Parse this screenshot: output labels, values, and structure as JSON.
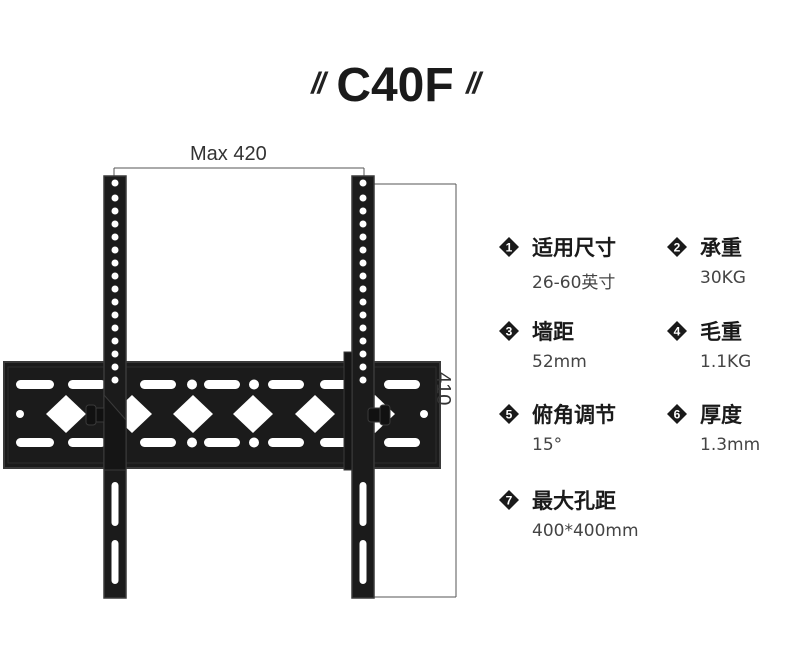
{
  "header": {
    "model": "C40F",
    "slash_left": "//",
    "slash_right": "//"
  },
  "dimensions": {
    "width_label": "Max 420",
    "height_label": "410"
  },
  "specs": [
    {
      "badge": "1",
      "label": "适用尺寸",
      "value": "26-60英寸"
    },
    {
      "badge": "2",
      "label": "承重",
      "value": "30KG"
    },
    {
      "badge": "3",
      "label": "墙距",
      "value": "52mm"
    },
    {
      "badge": "4",
      "label": "毛重",
      "value": "1.1KG"
    },
    {
      "badge": "5",
      "label": "俯角调节",
      "value": "15°"
    },
    {
      "badge": "6",
      "label": "厚度",
      "value": "1.3mm"
    },
    {
      "badge": "7",
      "label": "最大孔距",
      "value": "400*400mm"
    }
  ],
  "colors": {
    "bracket": "#1b1b1b",
    "bracket_edge": "#3a3a3a",
    "text": "#1a1a1a",
    "dim_line": "#555555"
  }
}
